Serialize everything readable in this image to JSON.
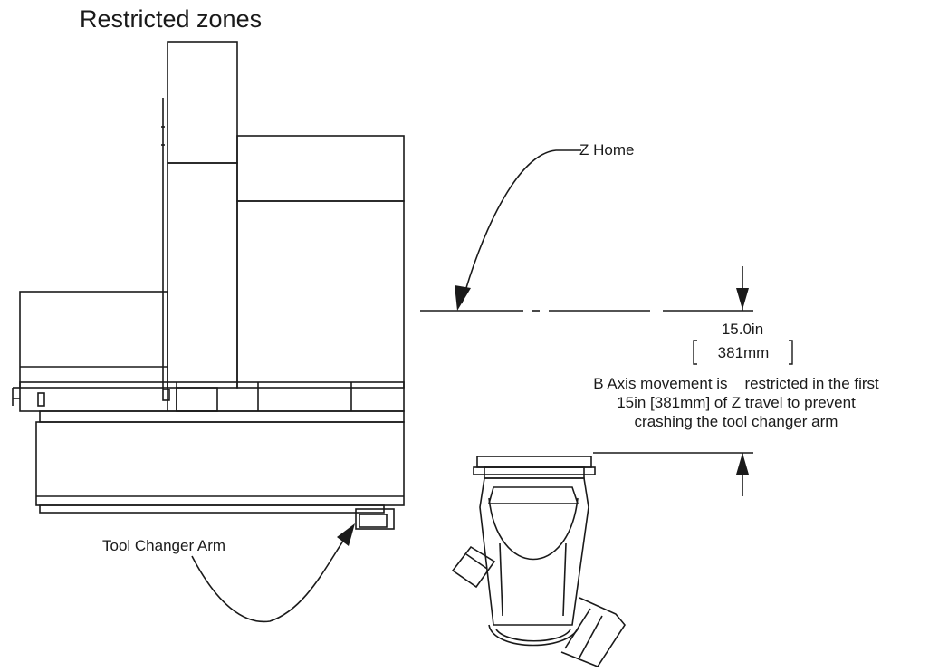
{
  "title": "Restricted zones",
  "labels": {
    "z_home": "Z Home",
    "tool_changer_arm": "Tool Changer Arm",
    "dimension_in": "15.0in",
    "dimension_mm": "381mm"
  },
  "note_lines": [
    "B Axis movement is    restricted in the first",
    "15in [381mm] of Z travel to prevent",
    "crashing the tool changer arm"
  ],
  "colors": {
    "line": "#1a1a1a",
    "background": "#ffffff"
  }
}
